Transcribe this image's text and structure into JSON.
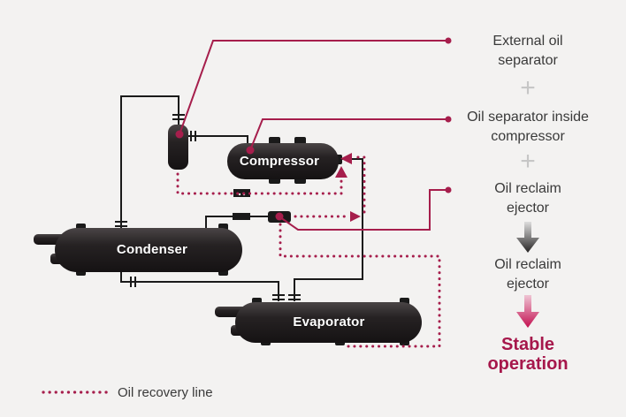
{
  "vessels": {
    "compressor": "Compressor",
    "condenser": "Condenser",
    "evaporator": "Evaporator"
  },
  "flow_summary": {
    "step1": "External oil separator",
    "plus1": "+",
    "step2": "Oil separator inside compressor",
    "plus2": "+",
    "step3": "Oil reclaim ejector",
    "step4": "Oil reclaim ejector",
    "result": "Stable operation"
  },
  "legend": {
    "label": "Oil recovery line"
  },
  "icons": {
    "callout_dot": "crimson-dot",
    "flow_arrow": "crimson-arrowhead",
    "summary_arrow_dark": "gray-down-arrow",
    "summary_arrow_accent": "crimson-down-arrow"
  },
  "colors": {
    "background": "#f3f2f1",
    "accent_crimson": "#a61e4c",
    "result_text": "#a6174b",
    "pipe_black": "#1a1a1a",
    "vessel_dark": "#211e1f",
    "text_dark": "#3a3a3a",
    "plus_gray": "#c6c6c6"
  }
}
